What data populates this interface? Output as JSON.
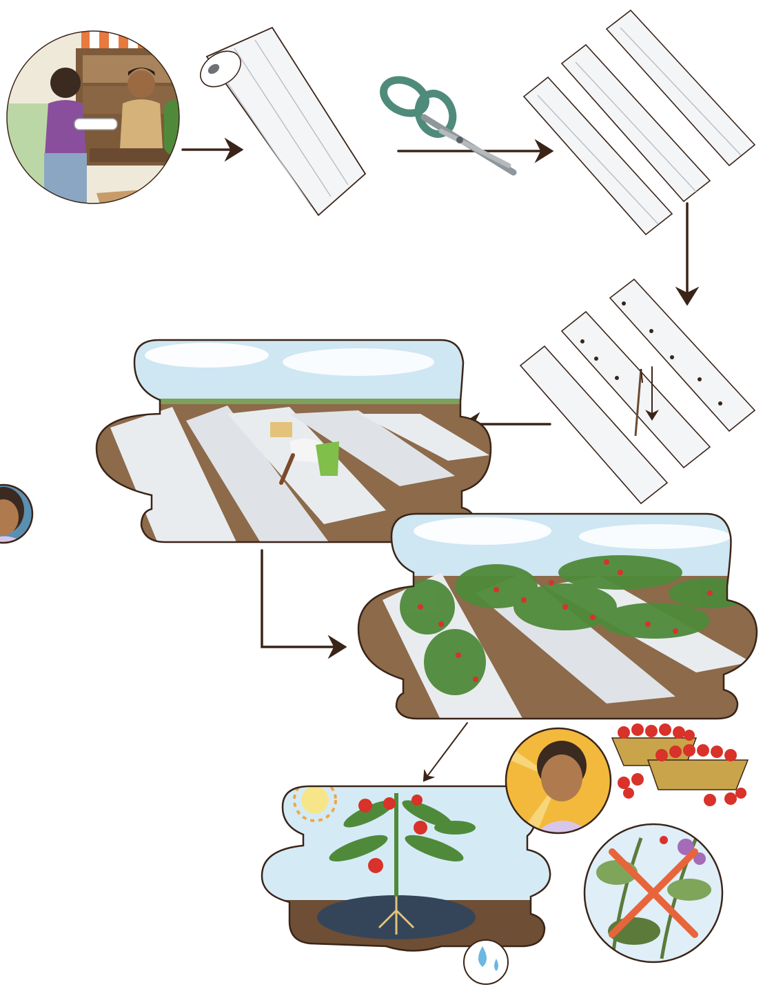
{
  "diagram": {
    "steps": [
      {
        "id": "buy-plastic",
        "icon": "shop-scene-icon"
      },
      {
        "id": "plastic-roll",
        "icon": "plastic-roll-icon"
      },
      {
        "id": "cut-with-scissors",
        "icon": "scissors-icon"
      },
      {
        "id": "cut-strips",
        "icon": "plastic-strips-icon"
      },
      {
        "id": "punch-holes",
        "icon": "needle-icon"
      },
      {
        "id": "lay-mulch-field",
        "icon": "farmer-field-icon"
      },
      {
        "id": "grown-tomato-field",
        "icon": "tomato-field-icon"
      },
      {
        "id": "healthy-plant",
        "icon": "tomato-plant-icon"
      },
      {
        "id": "happy-farmer",
        "icon": "smiling-woman-icon"
      },
      {
        "id": "harvest",
        "icon": "tomato-baskets-icon"
      },
      {
        "id": "no-weeds",
        "icon": "no-weeds-icon"
      }
    ],
    "colors": {
      "arrow": "#3a2418",
      "sky": "#cfe6f3",
      "soil": "#7a5a3c",
      "mulch": "#e9ecef",
      "tomato": "#d8322a",
      "leaf": "#4f8a3a",
      "cross": "#e8643a"
    }
  }
}
